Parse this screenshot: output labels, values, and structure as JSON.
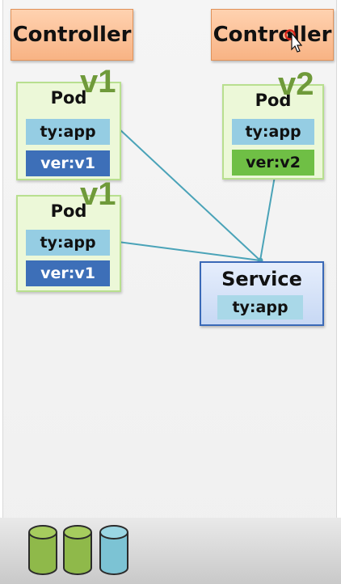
{
  "controllers": [
    {
      "label": "Controller"
    },
    {
      "label": "Controller"
    }
  ],
  "pods": [
    {
      "title": "Pod",
      "version_tag": "v1",
      "labels": [
        "ty:app",
        "ver:v1"
      ]
    },
    {
      "title": "Pod",
      "version_tag": "v1",
      "labels": [
        "ty:app",
        "ver:v1"
      ]
    },
    {
      "title": "Pod",
      "version_tag": "v2",
      "labels": [
        "ty:app",
        "ver:v2"
      ]
    }
  ],
  "service": {
    "title": "Service",
    "selector": "ty:app"
  },
  "colors": {
    "controller_fill": "#f8b384",
    "pod_fill": "#ecf8d8",
    "pod_border": "#b8df8f",
    "version_tag": "#6f9a3a",
    "label_app": "#95cde3",
    "label_v1": "#3d6fb8",
    "label_v2": "#6fbf45",
    "service_border": "#3a69b7",
    "link_line": "#4aa3b8"
  },
  "storage_icons": [
    "green-cylinder-icon",
    "green-cylinder-icon",
    "blue-cylinder-icon"
  ]
}
